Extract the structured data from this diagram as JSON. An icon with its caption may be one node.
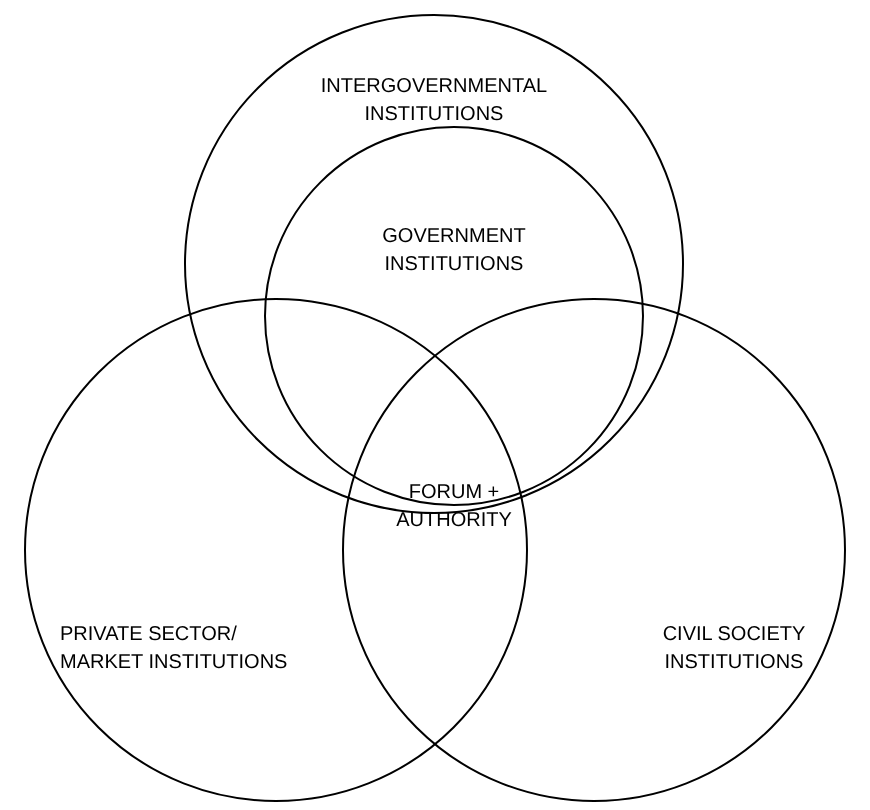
{
  "diagram": {
    "nodes": [
      {
        "text": [
          "INTERGOVERNMENTAL INSTITUTIONS"
        ]
      },
      {
        "text": [
          "GOVERNMENT INSTITUTIONS"
        ],
        "in": 0
      },
      {
        "text": [
          "PRIVATE SECTOR/ MARKET INSTITUTIONS"
        ]
      },
      {
        "text": [
          "CIVIL SOCIETY INSTITUTIONS"
        ]
      }
    ],
    "labels": [
      "FORUM + AUTHORITY"
    ]
  }
}
